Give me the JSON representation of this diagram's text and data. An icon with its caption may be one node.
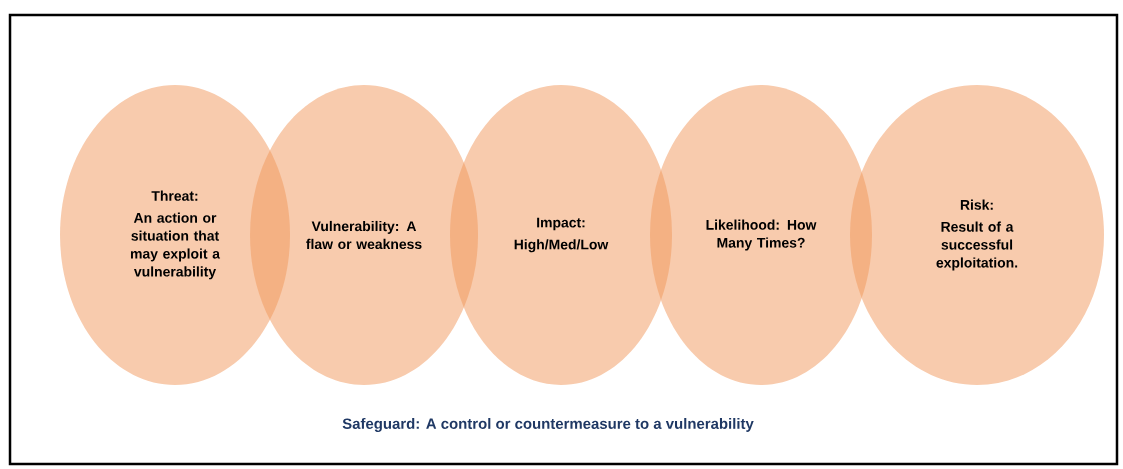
{
  "diagram": {
    "nodes": [
      {
        "text": [
          "Threat:",
          "An action or situation that may exploit a vulnerability"
        ]
      },
      {
        "text": [
          "Vulnerability: A flaw or weakness"
        ]
      },
      {
        "text": [
          "Impact:",
          "High/Med/Low"
        ]
      },
      {
        "text": [
          "Likelihood: How Many Times?"
        ]
      },
      {
        "text": [
          "Risk:",
          "Result of a successful exploitation."
        ]
      }
    ],
    "labels": [
      "Safeguard: A control or countermeasure to a vulnerability"
    ]
  }
}
